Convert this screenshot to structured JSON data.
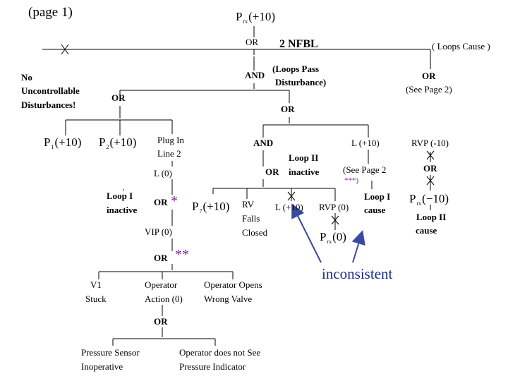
{
  "page_label": "(page 1)",
  "top_event": {
    "sym": "P",
    "sub": "rx",
    "val": "(+10)"
  },
  "nfbl": "2 NFBL",
  "loops_cause": "( Loops Cause )",
  "no_uncontrollable": [
    "No",
    "Uncontrollable",
    "Disturbances!"
  ],
  "loops_pass": [
    "(Loops Pass",
    "Disturbance)"
  ],
  "see_page2": "(See Page 2)",
  "p1": {
    "sym": "P",
    "sub": "1",
    "val": "(+10)"
  },
  "p2": {
    "sym": "P",
    "sub": "2",
    "val": "(+10)"
  },
  "plug_in": [
    "Plug In",
    "Line 2"
  ],
  "l_zero": "L (0)",
  "loop1_inactive": [
    "Loop I",
    "inactive"
  ],
  "star1": "*",
  "vip_zero": "VIP (0)",
  "star2": "**",
  "p7": {
    "sym": "P",
    "sub": "7",
    "val": "(+10)"
  },
  "rv_falls": [
    "RV",
    "Falls",
    "Closed"
  ],
  "loop2_inactive": [
    "Loop II",
    "inactive"
  ],
  "l_plus10": "L (+10)",
  "l_plus10b": "L (+10)",
  "see_page2b": "(See Page 2",
  "stars3": "***)",
  "rvp_zero": "RVP (0)",
  "loop1_cause": [
    "Loop I",
    "cause"
  ],
  "prx_zero": {
    "sym": "P",
    "sub": "rx",
    "val": "(0)"
  },
  "rvp_minus10": "RVP (-10)",
  "prx_minus10": {
    "sym": "P",
    "sub": "rx",
    "val": "(−10)"
  },
  "loop2_cause": [
    "Loop II",
    "cause"
  ],
  "inconsistent": "inconsistent",
  "v1_stuck": [
    "V1",
    "Stuck"
  ],
  "operator_action": [
    "Operator",
    "Action (0)"
  ],
  "operator_opens": [
    "Operator Opens",
    "Wrong Valve"
  ],
  "pressure_sensor": [
    "Pressure Sensor",
    "Inoperative"
  ],
  "operator_not_see": [
    "Operator does not See",
    "Pressure Indicator"
  ],
  "gates": {
    "or": "OR",
    "and": "AND"
  },
  "colors": {
    "purple": "#7a1fa0",
    "arrow": "#3a4aa0"
  }
}
